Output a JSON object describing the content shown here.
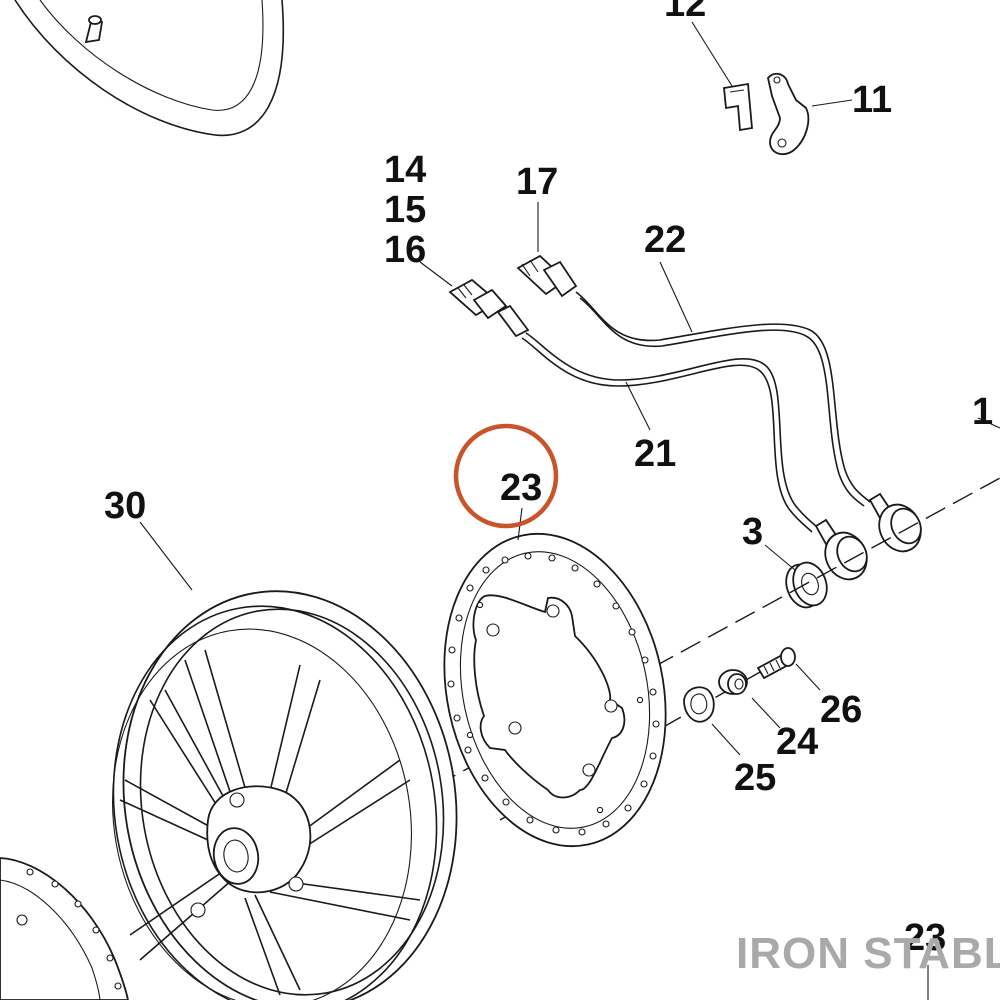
{
  "diagram": {
    "callouts": {
      "c12": "12",
      "c11": "11",
      "c14": "14",
      "c15": "15",
      "c16": "16",
      "c17": "17",
      "c22": "22",
      "c1": "1",
      "c21": "21",
      "c23_top": "23",
      "c30": "30",
      "c3": "3",
      "c26": "26",
      "c24": "24",
      "c25": "25",
      "c23_bottom": "23"
    },
    "highlighted_callout": "23",
    "watermark": "IRON STABLE"
  },
  "colors": {
    "highlight_ring": "#c8552a",
    "watermark": "#a9a9a9",
    "line": "#1a1a1a"
  }
}
